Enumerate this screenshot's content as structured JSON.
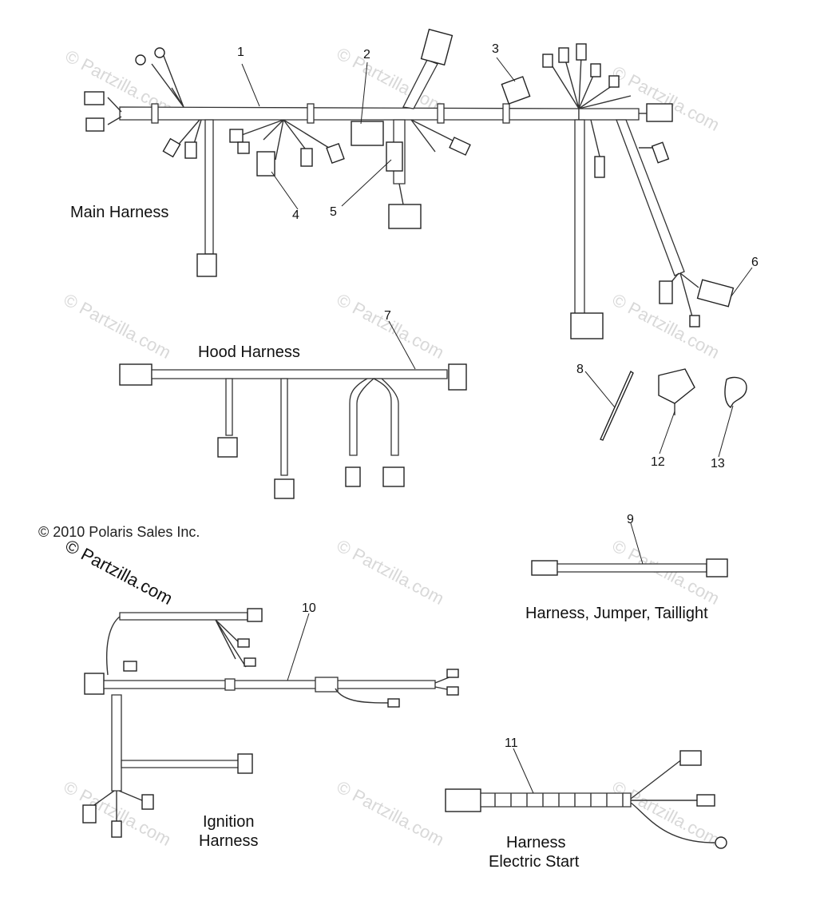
{
  "copyright": "© 2010 Polaris Sales Inc.",
  "watermark": "© Partzilla.com",
  "assemblies": {
    "main": "Main Harness",
    "hood": "Hood Harness",
    "jumper": "Harness, Jumper, Taillight",
    "ignition_line1": "Ignition",
    "ignition_line2": "Harness",
    "estart_line1": "Harness",
    "estart_line2": "Electric Start"
  },
  "callouts": [
    "1",
    "2",
    "3",
    "4",
    "5",
    "6",
    "7",
    "8",
    "9",
    "10",
    "11",
    "12",
    "13"
  ],
  "colors": {
    "line": "#333333",
    "watermark": "#d8d8d8",
    "background": "#ffffff"
  }
}
